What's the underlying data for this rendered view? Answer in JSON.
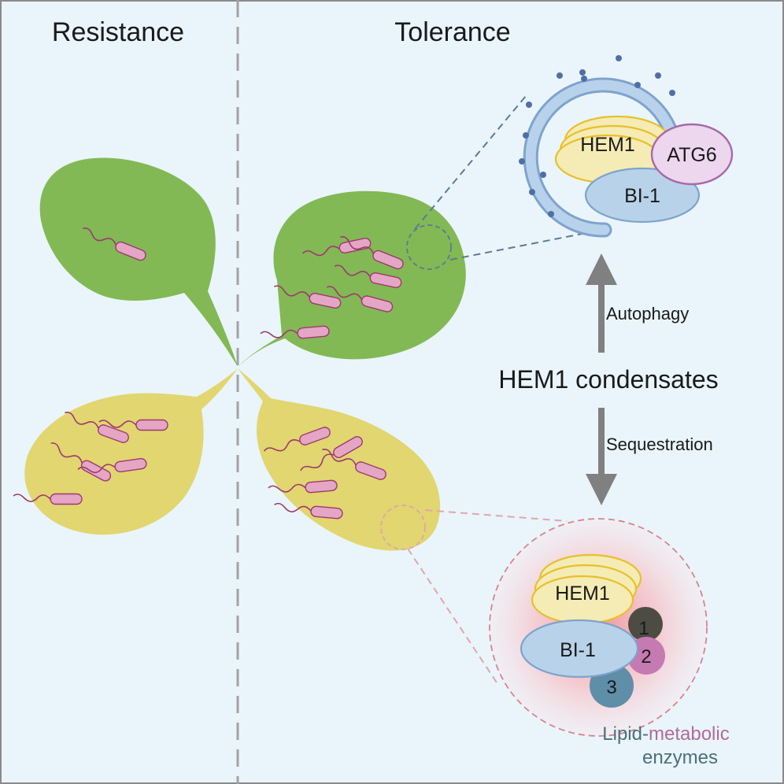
{
  "headers": {
    "left": "Resistance",
    "right": "Tolerance"
  },
  "labels": {
    "center": "HEM1 condensates",
    "up_arrow": "Autophagy",
    "down_arrow": "Sequestration"
  },
  "top_complex": {
    "hem1": "HEM1",
    "atg6": "ATG6",
    "bi1": "BI-1"
  },
  "bottom_complex": {
    "hem1": "HEM1",
    "bi1": "BI-1",
    "enzyme_1": "1",
    "enzyme_2": "2",
    "enzyme_3": "3",
    "caption_part1": "Lipid-",
    "caption_part2": "metabolic",
    "caption_line2": "enzymes"
  },
  "colors": {
    "background": "#e9f5fb",
    "green_leaf": "#82b954",
    "yellow_leaf": "#e1d66f",
    "bacteria": "#e4a6c4",
    "bacteria_tail": "#9c3a6e",
    "hem1": "#f4ecb4",
    "hem1_stroke": "#e8bf2c",
    "bi1": "#b8d3e9",
    "atg6": "#ecd7ee",
    "atg6_stroke": "#a66aa8",
    "enzyme_1": "#4d4c43",
    "enzyme_2": "#c57ab1",
    "enzyme_3": "#5e8ea8",
    "metabolic_text": "#b36a9f",
    "enzymes_text": "#4d6f7b"
  }
}
